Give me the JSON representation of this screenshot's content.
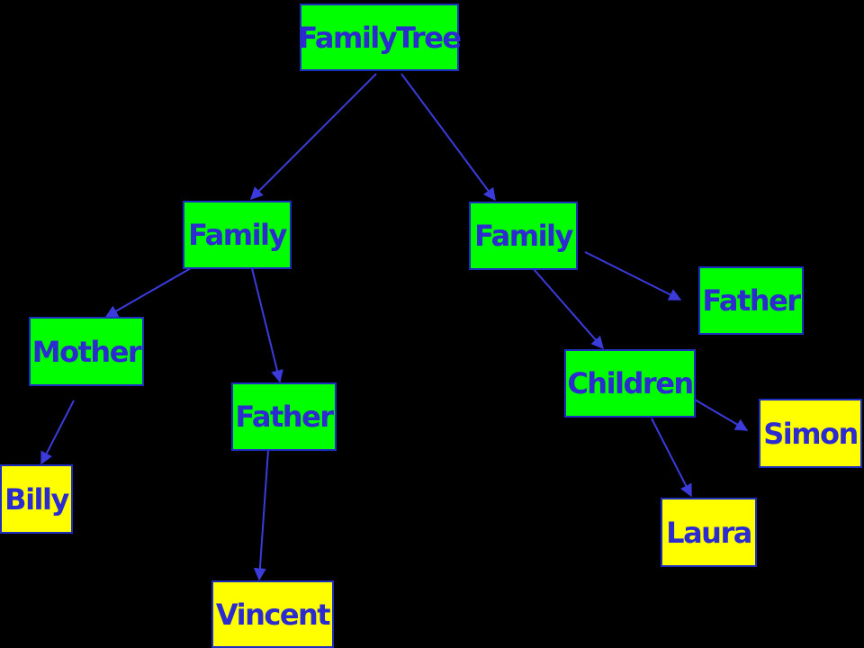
{
  "colors": {
    "background": "#000000",
    "internal_node": "#00ff00",
    "leaf_node": "#ffff00",
    "text": "#2b2bd0",
    "edge": "#3b3bdc"
  },
  "nodes": {
    "familytree": "FamilyTree",
    "family_left": "Family",
    "family_right": "Family",
    "mother": "Mother",
    "father_left": "Father",
    "father_right": "Father",
    "children": "Children",
    "billy": "Billy",
    "vincent": "Vincent",
    "simon": "Simon",
    "laura": "Laura"
  },
  "edges": [
    [
      "familytree",
      "family_left"
    ],
    [
      "familytree",
      "family_right"
    ],
    [
      "family_left",
      "mother"
    ],
    [
      "family_left",
      "father_left"
    ],
    [
      "mother",
      "billy"
    ],
    [
      "father_left",
      "vincent"
    ],
    [
      "family_right",
      "father_right"
    ],
    [
      "family_right",
      "children"
    ],
    [
      "children",
      "simon"
    ],
    [
      "children",
      "laura"
    ]
  ]
}
